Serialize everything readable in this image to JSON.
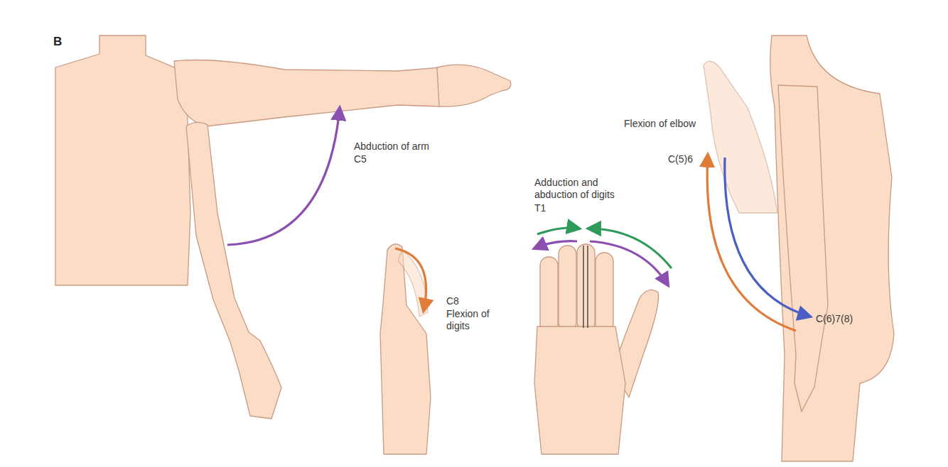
{
  "diagram": {
    "labels": [
      "B",
      "Abduction of arm",
      "C5",
      "C8",
      "Flexion of digits",
      "Adduction and abduction of digits",
      "T1",
      "Flexion of elbow",
      "C(5)6",
      "C(6)7(8)"
    ]
  }
}
